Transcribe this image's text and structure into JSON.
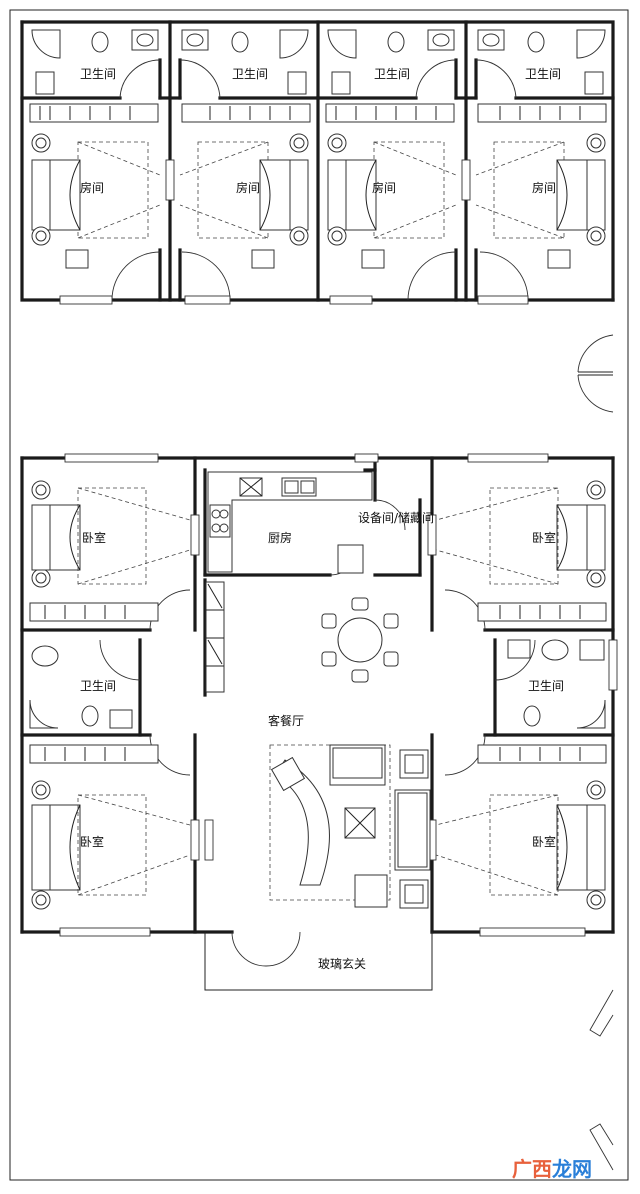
{
  "rooms": {
    "bath_top_1": "卫生间",
    "bath_top_2": "卫生间",
    "bath_top_3": "卫生间",
    "bath_top_4": "卫生间",
    "room_1": "房间",
    "room_2": "房间",
    "room_3": "房间",
    "room_4": "房间",
    "bedroom_left_top": "卧室",
    "bedroom_left_bottom": "卧室",
    "bedroom_right_top": "卧室",
    "bedroom_right_bottom": "卧室",
    "kitchen": "厨房",
    "equipment_storage": "设备间/储藏间",
    "bath_left": "卫生间",
    "bath_right": "卫生间",
    "living_dining": "客餐厅",
    "glass_entrance": "玻璃玄关"
  },
  "watermark": {
    "part1": "广西",
    "part2": "龙网",
    "color1": "#e8613c",
    "color2": "#2a7fd8"
  }
}
